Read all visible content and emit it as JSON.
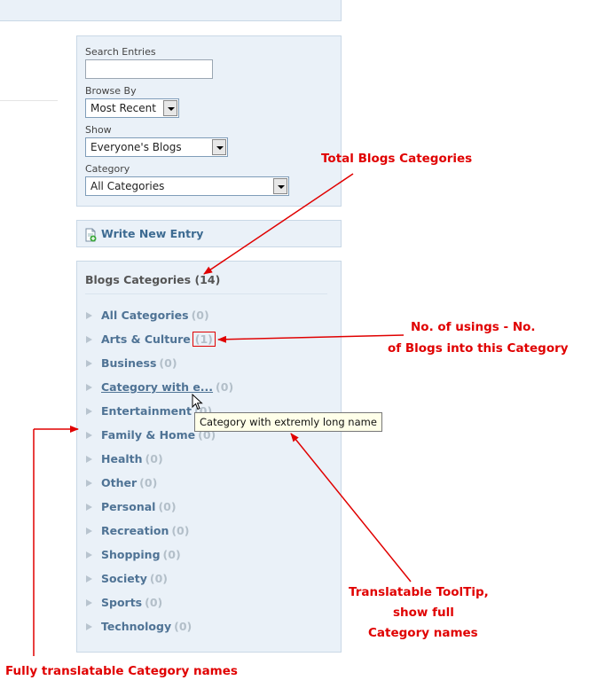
{
  "search": {
    "search_label": "Search Entries",
    "search_value": "",
    "browse_label": "Browse By",
    "browse_value": "Most Recent",
    "show_label": "Show",
    "show_value": "Everyone's Blogs",
    "category_label": "Category",
    "category_value": "All Categories"
  },
  "write_entry": {
    "label": "Write New Entry",
    "icon": "document-add-icon"
  },
  "categories_panel": {
    "title": "Blogs Categories",
    "total": "(14)",
    "items": [
      {
        "name": "All Categories",
        "count": "(0)"
      },
      {
        "name": "Arts & Culture",
        "count": "(1)"
      },
      {
        "name": "Business",
        "count": "(0)"
      },
      {
        "name": "Category with e...",
        "count": "(0)"
      },
      {
        "name": "Entertainment",
        "count": "(0)"
      },
      {
        "name": "Family & Home",
        "count": "(0)"
      },
      {
        "name": "Health",
        "count": "(0)"
      },
      {
        "name": "Other",
        "count": "(0)"
      },
      {
        "name": "Personal",
        "count": "(0)"
      },
      {
        "name": "Recreation",
        "count": "(0)"
      },
      {
        "name": "Shopping",
        "count": "(0)"
      },
      {
        "name": "Society",
        "count": "(0)"
      },
      {
        "name": "Sports",
        "count": "(0)"
      },
      {
        "name": "Technology",
        "count": "(0)"
      }
    ]
  },
  "tooltip": {
    "text": "Category with extremly long name"
  },
  "annotations": {
    "total_categories": "Total Blogs Categories",
    "usage_count_1": "No. of usings - No.",
    "usage_count_2": "of Blogs into this Category",
    "tooltip_note_1": "Translatable ToolTip,",
    "tooltip_note_2": "show full",
    "tooltip_note_3": "Category names",
    "names_note": "Fully translatable Category names",
    "color": "#e00000"
  }
}
